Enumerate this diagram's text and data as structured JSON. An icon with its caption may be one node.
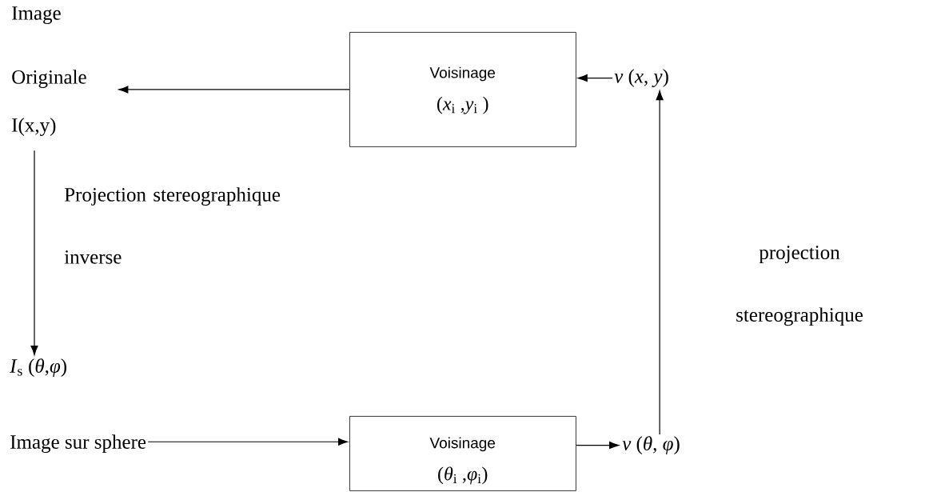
{
  "diagram": {
    "nodes": [
      {
        "text": [
          "Image Originale",
          "I(x,y)"
        ]
      },
      {
        "text": [
          "Voisinage",
          "(*x*$_{i}$ ,*y*$_{i}$ )"
        ]
      },
      {
        "text": [
          "*v* (*x*, *y*)"
        ]
      },
      {
        "text": [
          "*I*$_{s}$ (*θ*,*φ*)",
          "Image sur sphere"
        ]
      },
      {
        "text": [
          "Voisinage",
          "(*θ*$_{i}$ ,*φ*$_{i}$)"
        ]
      },
      {
        "text": [
          "*v* (*θ*, *φ*)"
        ]
      }
    ],
    "edges": [
      {
        "from": 1,
        "to": 0,
        "arrow": "to"
      },
      {
        "from": 2,
        "to": 1,
        "arrow": "to"
      },
      {
        "from": 0,
        "to": 3,
        "arrow": "to",
        "label": "Projection stereographique inverse"
      },
      {
        "from": 3,
        "to": 4,
        "arrow": "to"
      },
      {
        "from": 4,
        "to": 5,
        "arrow": "to"
      },
      {
        "from": 5,
        "to": 2,
        "arrow": "to",
        "label": "projection stereographique"
      }
    ]
  }
}
